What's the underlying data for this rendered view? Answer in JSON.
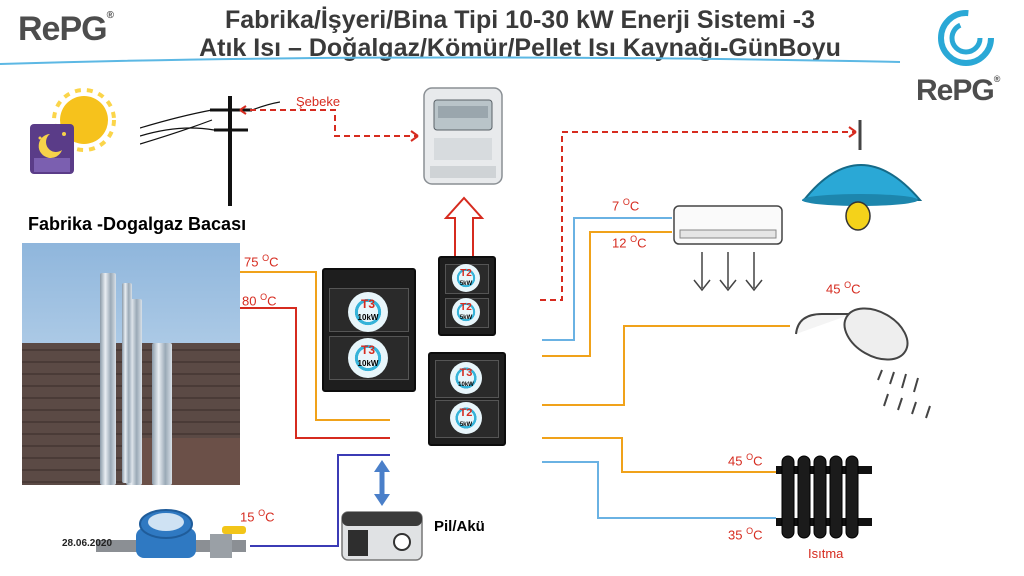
{
  "header": {
    "title_line1": "Fabrika/İşyeri/Bina Tipi 10-30 kW Enerji Sistemi -3",
    "title_line2": "Atık Isı – Doğalgaz/Kömür/Pellet Isı Kaynağı-GünBoyu",
    "logo_left": "RePG",
    "logo_right": "RePG",
    "logo_registered": "®"
  },
  "labels": {
    "grid": "Şebeke",
    "chimney": "Fabrika -Dogalgaz  Bacası",
    "battery": "Pil/Akü",
    "heating": "Isıtma",
    "date": "28.06.2020"
  },
  "temperatures": {
    "in_75": "75",
    "in_80": "80",
    "water_15": "15",
    "ac_7": "7",
    "ac_12": "12",
    "shower_45": "45",
    "rad_45": "45",
    "rad_35": "35",
    "unit": "C",
    "degree": "O"
  },
  "modules": {
    "t3": "T3",
    "t3_power": "10kW",
    "t2": "T2",
    "t2_power": "5kW"
  },
  "colors": {
    "red_line": "#d62b1f",
    "orange_line": "#f0a21a",
    "blue_line": "#6ab2e3",
    "dark_blue_line": "#3b3bb5",
    "accent_cyan": "#2aa8d6",
    "title_grey": "#3a3a3a"
  }
}
